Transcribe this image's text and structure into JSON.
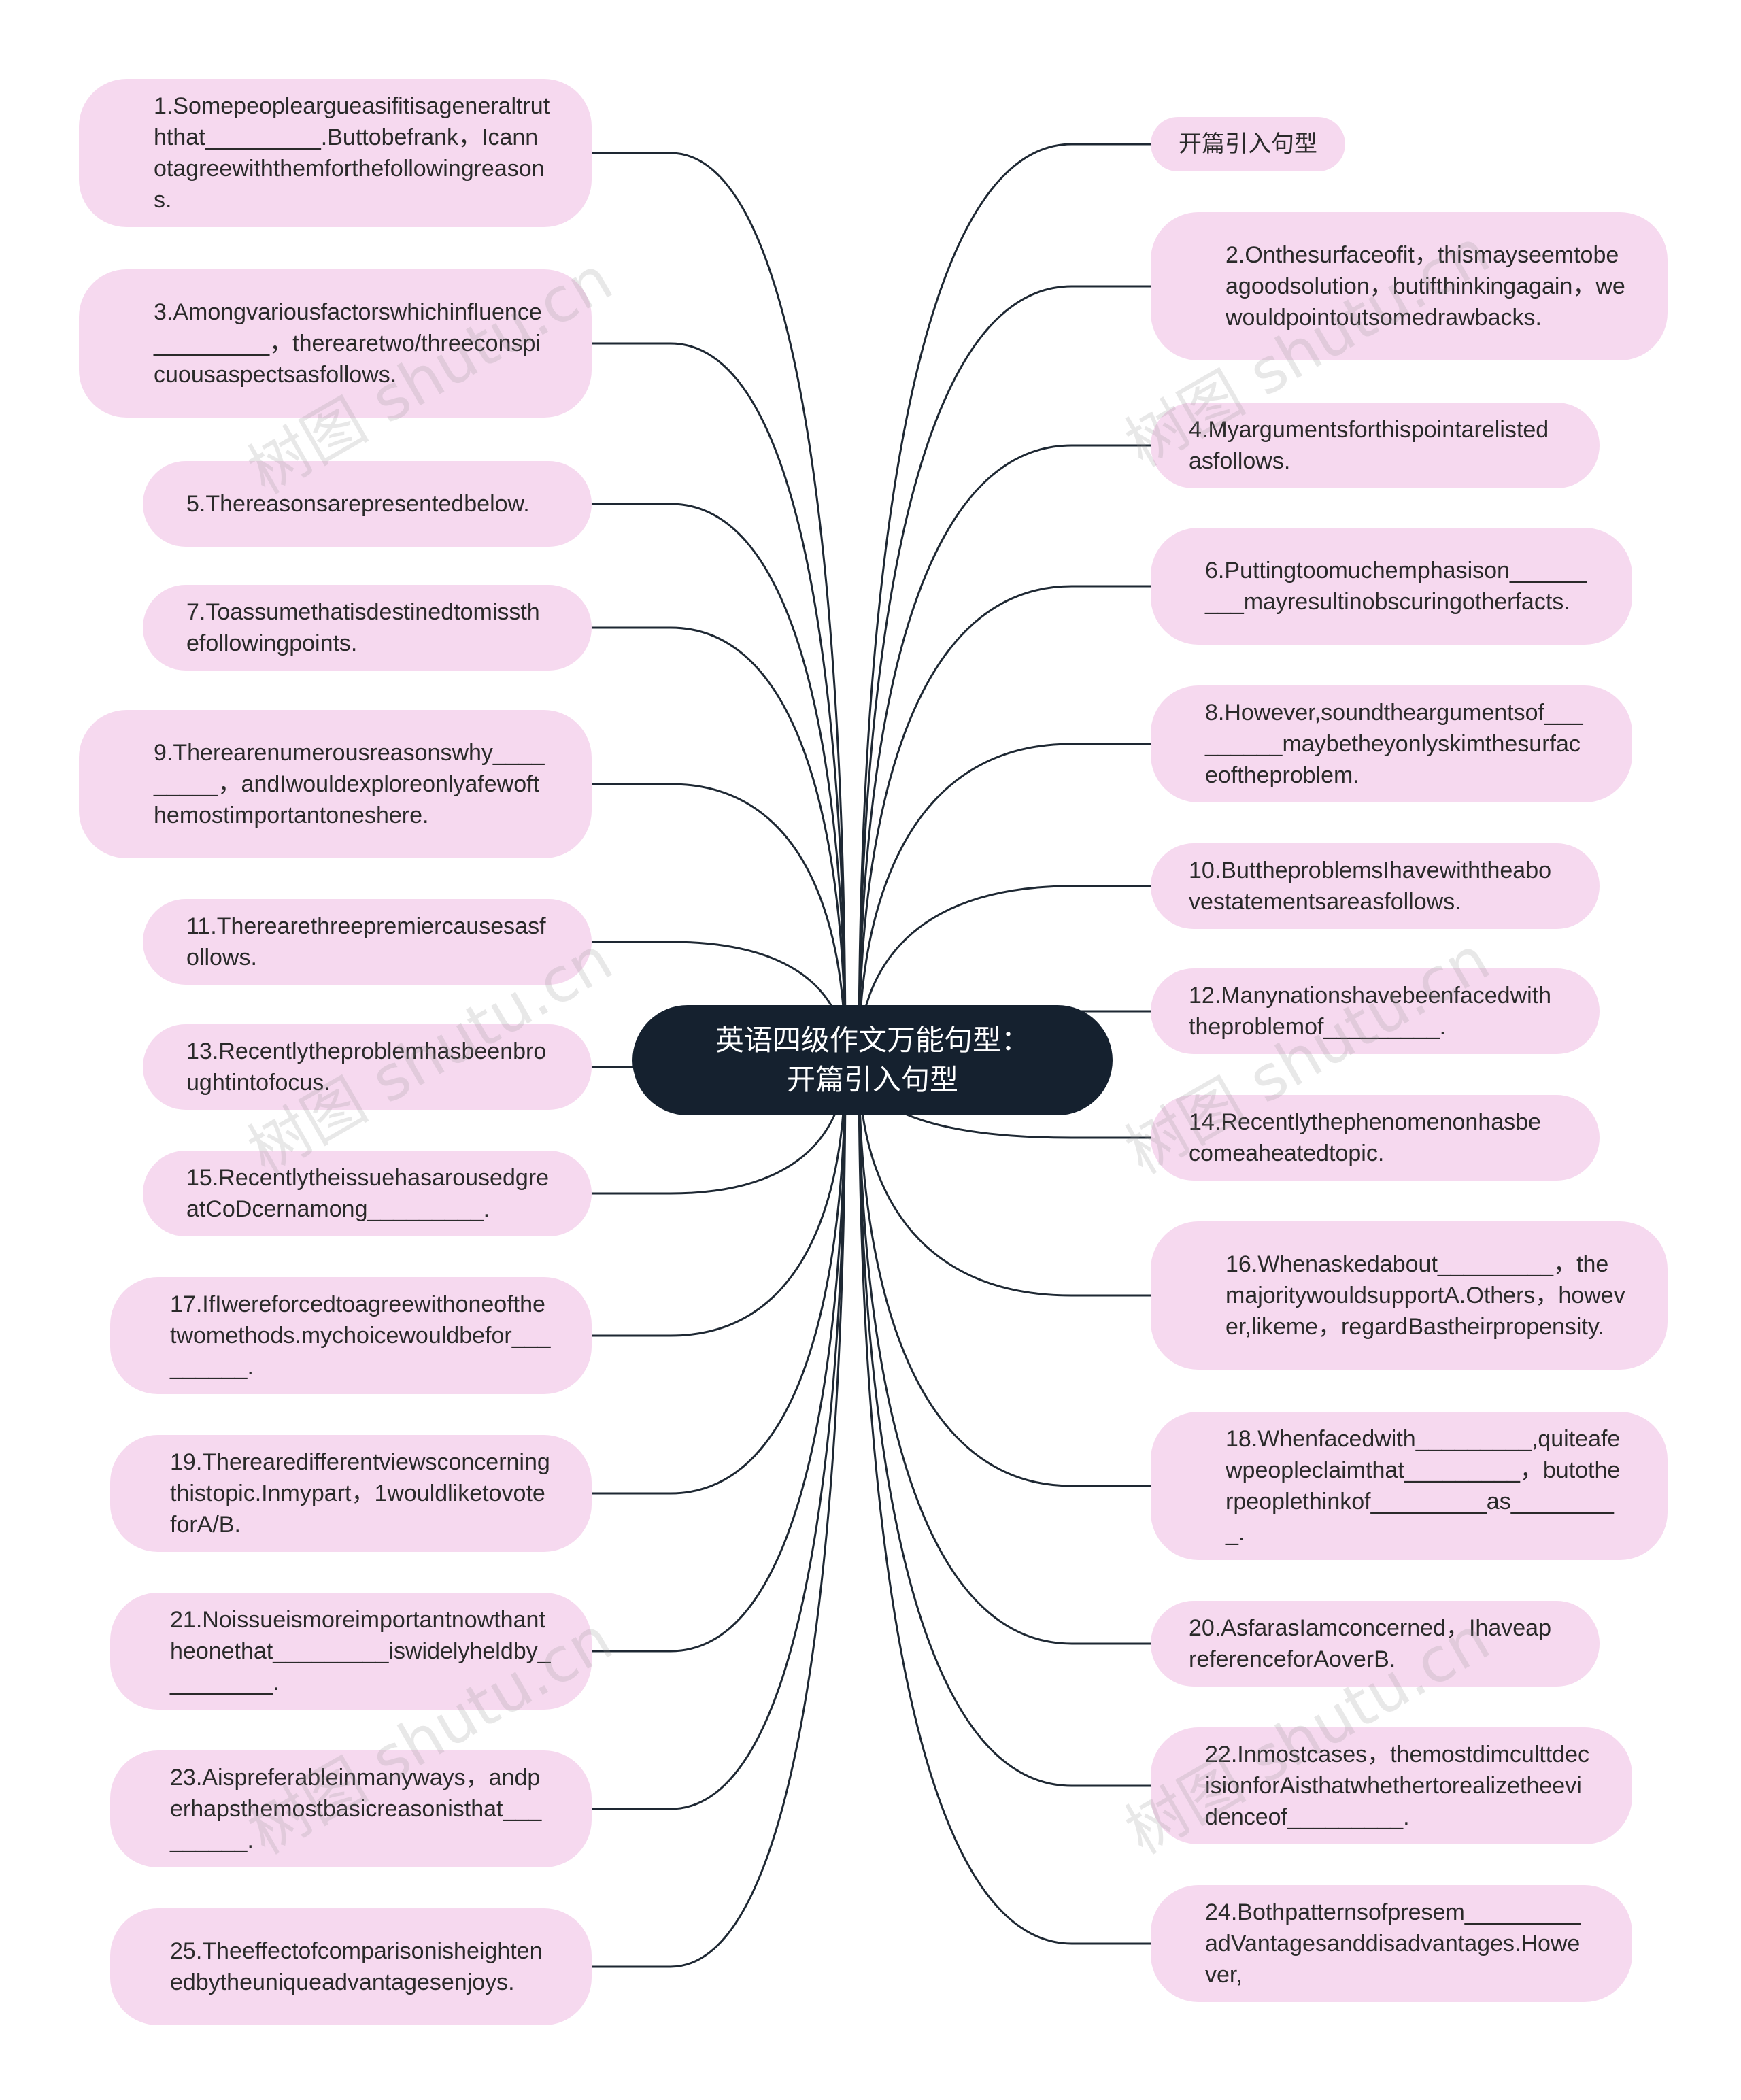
{
  "center": {
    "line1": "英语四级作文万能句型：",
    "line2": "开篇引入句型"
  },
  "left_nodes": [
    "1.Somepeopleargueasifitisageneraltruththat_________.Buttobefrank，Icannotagreewiththemforthefollowingreasons.",
    "3.Amongvariousfactorswhichinfluence_________，therearetwo/threeconspicuousaspectsasfollows.",
    "5.Thereasonsarepresentedbelow.",
    "7.Toassumethatisdestinedtomissthefollowingpoints.",
    "9.Therearenumerousreasonswhy_________，andIwouldexploreonlyafewofthemostimportantoneshere.",
    "11.Therearethreepremiercausesasfollows.",
    "13.Recentlytheproblemhasbeenbroughtintofocus.",
    "15.RecentlytheissuehasarousedgreatCoDcernamong_________.",
    "17.IfIwereforcedtoagreewithoneofthetwomethods.mychoicewouldbefor_________.",
    "19.Therearedifferentviewsconcerningthistopic.Inmypart，1wouldliketovoteforA/B.",
    "21.Noissueismoreimportantnowthantheonethat_________iswidelyheldby_________.",
    "23.Aispreferableinmanyways，andperhapsthemostbasicreasonisthat_________.",
    "25.Theeffectofcomparisonisheightenedbytheuniqueadvantagesenjoys."
  ],
  "right_nodes": [
    "开篇引入句型",
    "2.Onthesurfaceofit，thismayseemtobeagoodsolution，butifthinkingagain，wewouldpointoutsomedrawbacks.",
    "4.Myargumentsforthispointarelistedasfollows.",
    "6.Puttingtoomuchemphasison_________mayresultinobscuringotherfacts.",
    "8.However,soundtheargumentsof_________maybetheyonlyskimthesurfaceoftheproblem.",
    "10.ButtheproblemsIhavewiththeabovestatementsareasfollows.",
    "12.Manynationshavebeenfacedwiththeproblemof_________.",
    "14.Recentlythephenomenonhasbecomeaheatedtopic.",
    "16.Whenaskedabout_________，themajoritywouldsupportA.Others，however,likeme，regardBastheirpropensity.",
    "18.Whenfacedwith_________,quiteafewpeopleclaimthat_________，butotherpeoplethinkof_________as_________.",
    "20.AsfarasIamconcerned，IhaveapreferenceforAoverB.",
    "22.Inmostcases，themostdimculttdecisionforAisthatwhethertorealizetheevidenceof_________.",
    "24.Bothpatternsofpresem_________adVantagesanddisadvantages.However,"
  ],
  "watermarks": [
    "树图 shutu.cn",
    "树图 shutu.cn",
    "树图 shutu.cn",
    "树图 shutu.cn",
    "树图 shutu.cn",
    "树图 shutu.cn"
  ],
  "colors": {
    "node_bg": "#f6d9ef",
    "center_bg": "#15212f",
    "line": "#1e2833"
  }
}
